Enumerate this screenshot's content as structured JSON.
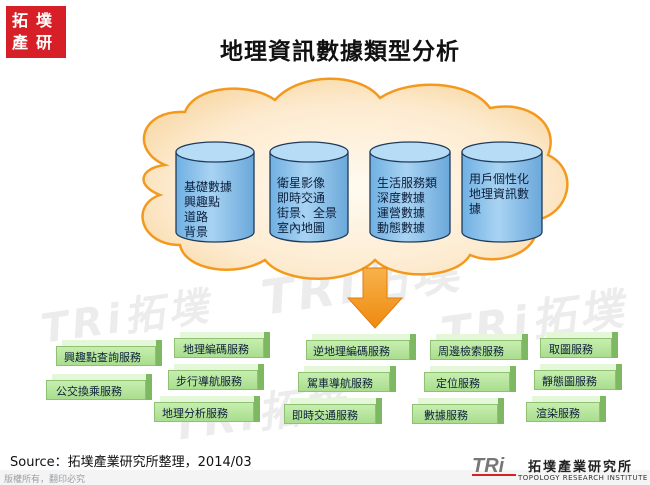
{
  "logo": {
    "line1": "拓",
    "line2": "墣",
    "line3": "產",
    "line4": "研"
  },
  "title": "地理資訊數據類型分析",
  "watermark": "TRi拓墣",
  "cloud": {
    "databases": [
      {
        "lines": [
          "基礎數據",
          "興趣點",
          "道路",
          "背景"
        ]
      },
      {
        "lines": [
          "衛星影像",
          "即時交通",
          "街景、全景",
          "室內地圖"
        ]
      },
      {
        "lines": [
          "生活服務類",
          "深度數據",
          "運營數據",
          "動態數據"
        ]
      },
      {
        "lines": [
          "用戶個性化",
          "地理資訊數",
          "據"
        ]
      }
    ]
  },
  "services": [
    {
      "label": "興趣點查詢服務"
    },
    {
      "label": "公交換乘服務"
    },
    {
      "label": "地理編碼服務"
    },
    {
      "label": "步行導航服務"
    },
    {
      "label": "地理分析服務"
    },
    {
      "label": "逆地理編碼服務"
    },
    {
      "label": "駕車導航服務"
    },
    {
      "label": "即時交通服務"
    },
    {
      "label": "周邊檢索服務"
    },
    {
      "label": "定位服務"
    },
    {
      "label": "數據服務"
    },
    {
      "label": "取圖服務"
    },
    {
      "label": "靜態圖服務"
    },
    {
      "label": "渲染服務"
    }
  ],
  "source": "Source：拓墣產業研究所整理，2014/03",
  "copyright": "版權所有，翻印必究",
  "footer_logo": {
    "mark": "TRi",
    "name": "拓墣產業研究所",
    "sub": "TOPOLOGY RESEARCH INSTITUTE"
  },
  "colors": {
    "brand_red": "#d61f26",
    "cloud_fill": "#fbe6c3",
    "cloud_stroke": "#f39a1e",
    "cylinder": "#8ec1ea",
    "arrow": "#f39a1e",
    "service_green": "#b9e6a0"
  }
}
